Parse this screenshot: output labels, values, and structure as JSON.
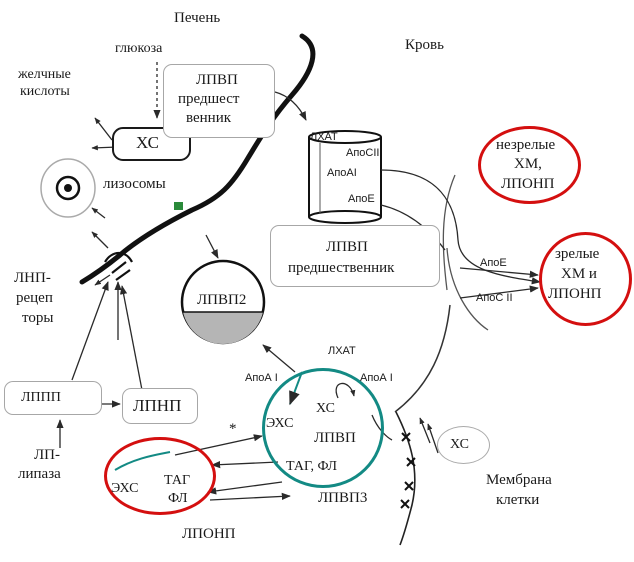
{
  "regions": {
    "liver": "Печень",
    "blood": "Кровь",
    "membrane_line1": "Мембрана",
    "membrane_line2": "клетки"
  },
  "liver_side": {
    "glucose": "глюкоза",
    "bile_acids_line1": "желчные",
    "bile_acids_line2": "кислоты",
    "cholesterol_box": "ХС",
    "lysosomes": "лизосомы",
    "hdl_precursor_line1": "ЛПВП",
    "hdl_precursor_line2": "предшест",
    "hdl_precursor_line3": "венник",
    "ldl_receptors_line1": "ЛНП-",
    "ldl_receptors_line2": "рецеп",
    "ldl_receptors_line3": "торы"
  },
  "lipoproteins": {
    "lppp": "ЛППП",
    "lpnp": "ЛПНП",
    "lp_lipase_line1": "ЛП-",
    "lp_lipase_line2": "липаза",
    "lponp_label": "ЛПОНП",
    "lponp_ehs": "ЭХС",
    "lponp_tag": "ТАГ",
    "lponp_fl": "ФЛ",
    "hdl2": "ЛПВП2",
    "hdl3": "ЛПВП3"
  },
  "hdl_center": {
    "lhat": "ЛХАТ",
    "apoA_left": "АпоА I",
    "apoA_right": "АпоА I",
    "ehs": "ЭХС",
    "hs": "ХС",
    "hdl": "ЛПВП",
    "tag_fl": "ТАГ, ФЛ",
    "star": "*"
  },
  "blood_side": {
    "disc_lhat": "ЛХАТ",
    "disc_apoC": "АпоСII",
    "disc_apoA": "АпоАI",
    "disc_apoE": "АпоЕ",
    "hdl_precursor_line1": "ЛПВП",
    "hdl_precursor_line2": "предшественник",
    "immature_line1": "незрелые",
    "immature_line2": "ХМ,",
    "immature_line3": "ЛПОНП",
    "mature_line1": "зрелые",
    "mature_line2": "ХМ и",
    "mature_line3": "ЛПОНП",
    "apoE": "АпоЕ",
    "apoCII": "АпоС II",
    "membrane_hs": "ХС"
  }
}
